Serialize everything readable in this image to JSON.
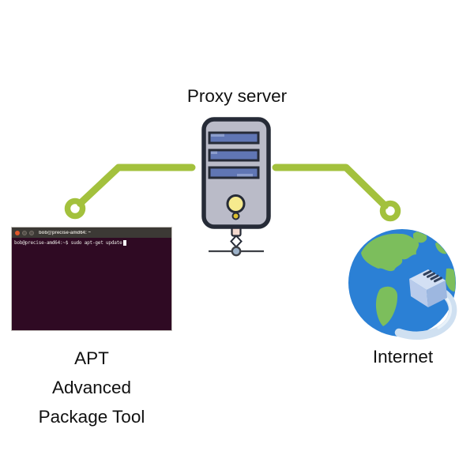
{
  "labels": {
    "proxy": "Proxy server",
    "internet": "Internet",
    "apt_lines": [
      "APT",
      "Advanced",
      "Package Tool"
    ]
  },
  "terminal": {
    "title": "bob@precise-amd64: ~",
    "command_line": "bob@precise-amd64:~$ sudo apt-get update"
  },
  "icons": {
    "server": "tower-server-icon",
    "globe": "internet-globe-icon",
    "plug": "ethernet-plug-icon",
    "connectors": "green-connector-lines",
    "terminal_close": "close-icon",
    "terminal_minimize": "minimize-icon",
    "terminal_maximize": "maximize-icon"
  },
  "colors": {
    "connector_green": "#a3c13d",
    "label_text": "#111111",
    "server_body": "#babbc8",
    "server_outline": "#262b37",
    "server_bar_blue": "#6076b4",
    "server_bar_accent": "#8b9dcd",
    "server_power_yellow": "#f6ea8e",
    "server_dot_yellow": "#ddc02d",
    "server_port_pink": "#f3d8ce",
    "server_node_blue": "#9db2c9",
    "stand_gray": "#3d4046",
    "terminal_titlebar": "#3c3935",
    "terminal_background": "#2f0a23",
    "terminal_text": "#e8e6e3",
    "terminal_close_orange": "#e0582b",
    "globe_ocean_blue": "#2b80d5",
    "globe_land_green": "#7cbe5c",
    "plug_blue_light": "#d3e0f4",
    "plug_blue_mid": "#b9cbeb",
    "plug_blue_dark": "#9db7e0",
    "plug_pin_dark": "#31415c",
    "cable_blue": "#cfe0f1",
    "cable_highlight": "#e9f2fa"
  }
}
